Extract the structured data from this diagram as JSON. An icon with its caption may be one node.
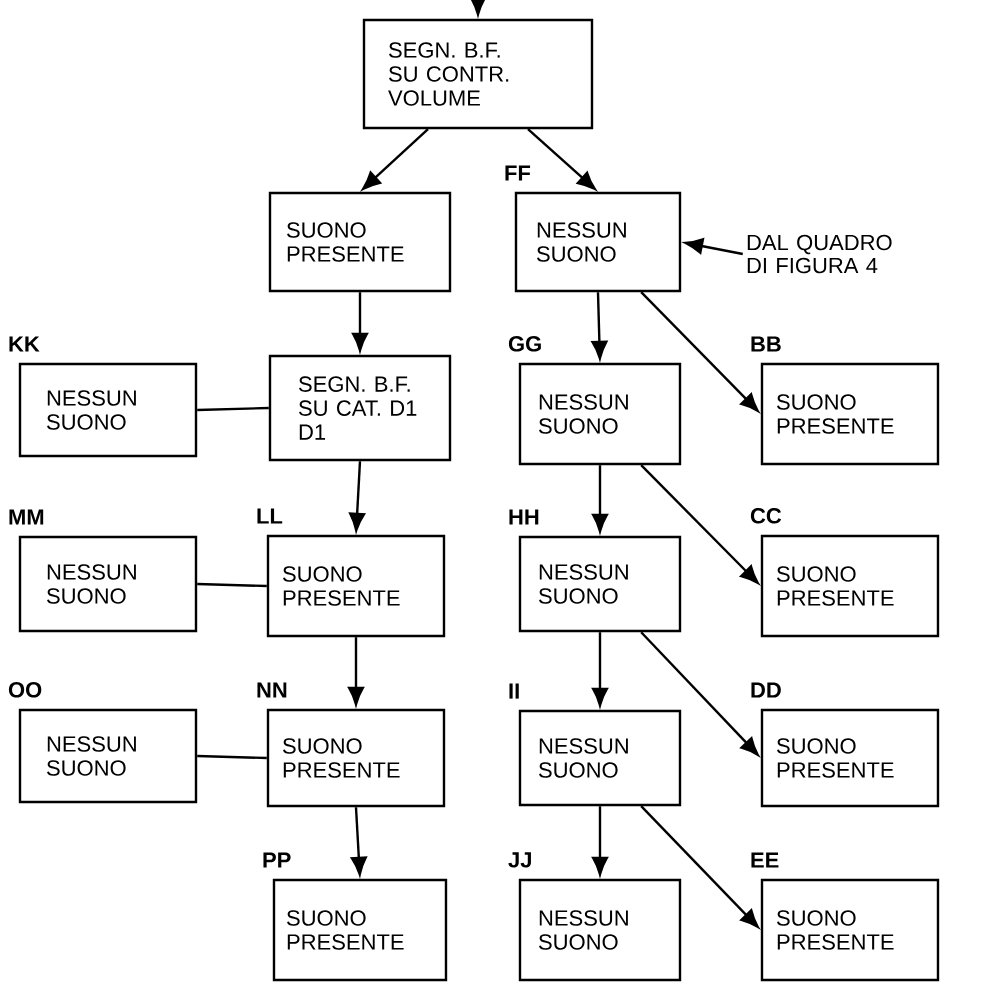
{
  "diagram": {
    "nodes": [
      {
        "text": [
          "SEGN. B.F. SU CONTR. VOLUME"
        ]
      },
      {
        "text": [
          "SUONO PRESENTE"
        ]
      },
      {
        "text": [
          "NESSUN SUONO"
        ],
        "beside": [
          "FF"
        ]
      },
      {
        "text": [
          "DAL QUADRO DI FIGURA 4"
        ]
      },
      {
        "text": [
          "NESSUN SUONO"
        ],
        "beside": [
          "KK"
        ]
      },
      {
        "text": [
          "SEGN. B.F. SU CAT. D1 D1"
        ]
      },
      {
        "text": [
          "NESSUN SUONO"
        ],
        "beside": [
          "GG"
        ]
      },
      {
        "text": [
          "SUONO PRESENTE"
        ],
        "beside": [
          "BB"
        ]
      },
      {
        "text": [
          "NESSUN SUONO"
        ],
        "beside": [
          "MM"
        ]
      },
      {
        "text": [
          "SUONO PRESENTE"
        ],
        "beside": [
          "LL"
        ]
      },
      {
        "text": [
          "NESSUN SUONO"
        ],
        "beside": [
          "HH"
        ]
      },
      {
        "text": [
          "SUONO PRESENTE"
        ],
        "beside": [
          "CC"
        ]
      },
      {
        "text": [
          "NESSUN SUONO"
        ],
        "beside": [
          "OO"
        ]
      },
      {
        "text": [
          "SUONO PRESENTE"
        ],
        "beside": [
          "NN"
        ]
      },
      {
        "text": [
          "NESSUN SUONO"
        ],
        "beside": [
          "II"
        ]
      },
      {
        "text": [
          "SUONO PRESENTE"
        ],
        "beside": [
          "DD"
        ]
      },
      {
        "text": [
          "SUONO PRESENTE"
        ],
        "beside": [
          "PP"
        ]
      },
      {
        "text": [
          "NESSUN SUONO"
        ],
        "beside": [
          "JJ"
        ]
      },
      {
        "text": [
          "SUONO PRESENTE"
        ],
        "beside": [
          "EE"
        ]
      }
    ],
    "edges": [
      {
        "from": null,
        "to": 0,
        "arrow": "to"
      },
      {
        "from": 0,
        "to": 1,
        "arrow": "to"
      },
      {
        "from": 0,
        "to": 2,
        "arrow": "to"
      },
      {
        "from": 3,
        "to": 2,
        "arrow": "to"
      },
      {
        "from": 1,
        "to": 5,
        "arrow": "to"
      },
      {
        "from": 2,
        "to": 6,
        "arrow": "to"
      },
      {
        "from": 2,
        "to": 7,
        "arrow": "to"
      },
      {
        "from": 5,
        "to": 4,
        "arrow": "none"
      },
      {
        "from": 5,
        "to": 9,
        "arrow": "to"
      },
      {
        "from": 6,
        "to": 10,
        "arrow": "to"
      },
      {
        "from": 6,
        "to": 11,
        "arrow": "to"
      },
      {
        "from": 9,
        "to": 8,
        "arrow": "none"
      },
      {
        "from": 9,
        "to": 13,
        "arrow": "to"
      },
      {
        "from": 10,
        "to": 14,
        "arrow": "to"
      },
      {
        "from": 10,
        "to": 15,
        "arrow": "to"
      },
      {
        "from": 13,
        "to": 12,
        "arrow": "none"
      },
      {
        "from": 13,
        "to": 16,
        "arrow": "to"
      },
      {
        "from": 14,
        "to": 17,
        "arrow": "to"
      },
      {
        "from": 14,
        "to": 18,
        "arrow": "to"
      }
    ]
  }
}
